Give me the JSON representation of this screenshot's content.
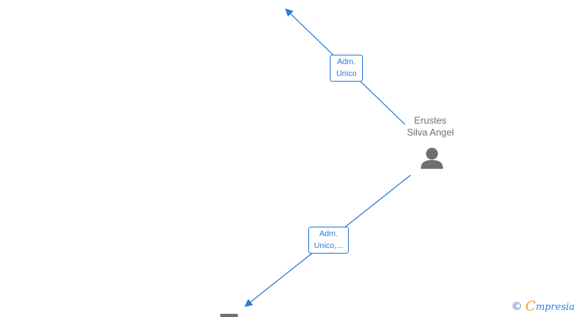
{
  "diagram": {
    "edges": [
      {
        "label_line1": "Adm.",
        "label_line2": "Unico"
      },
      {
        "label_line1": "Adm.",
        "label_line2": "Unico,..."
      }
    ],
    "person": {
      "name_line1": "Erustes",
      "name_line2": "Silva Angel",
      "icon": "person-icon"
    },
    "company_node": {
      "icon": "building-icon"
    },
    "colors": {
      "edge": "#2f7ad8",
      "icon": "#6f6f6f"
    }
  },
  "watermark": {
    "symbol": "©",
    "brand_first": "C",
    "brand_rest": "mpresia"
  }
}
